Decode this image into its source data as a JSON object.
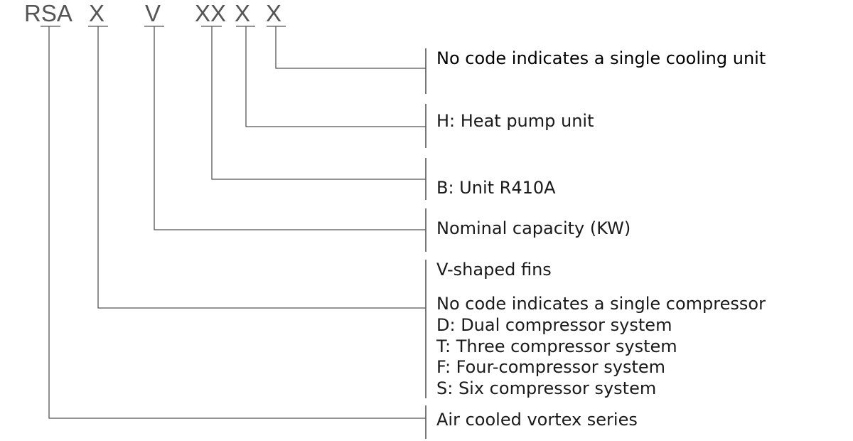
{
  "diagram": {
    "codes": [
      "RSA",
      "X",
      "V",
      "XX",
      "X",
      "X"
    ],
    "groups": [
      {
        "lines": [
          "No code indicates a single cooling unit"
        ]
      },
      {
        "lines": [
          "H: Heat pump unit"
        ]
      },
      {
        "lines": [
          "B: Unit R410A"
        ]
      },
      {
        "lines": [
          "Nominal capacity (KW)"
        ]
      },
      {
        "lines": [
          "V-shaped fins"
        ]
      },
      {
        "lines": [
          "No code indicates a single compressor",
          "D: Dual compressor system",
          "T: Three compressor system",
          "F: Four-compressor system",
          "S: Six compressor system"
        ]
      },
      {
        "lines": [
          "Air cooled vortex series"
        ]
      }
    ]
  }
}
